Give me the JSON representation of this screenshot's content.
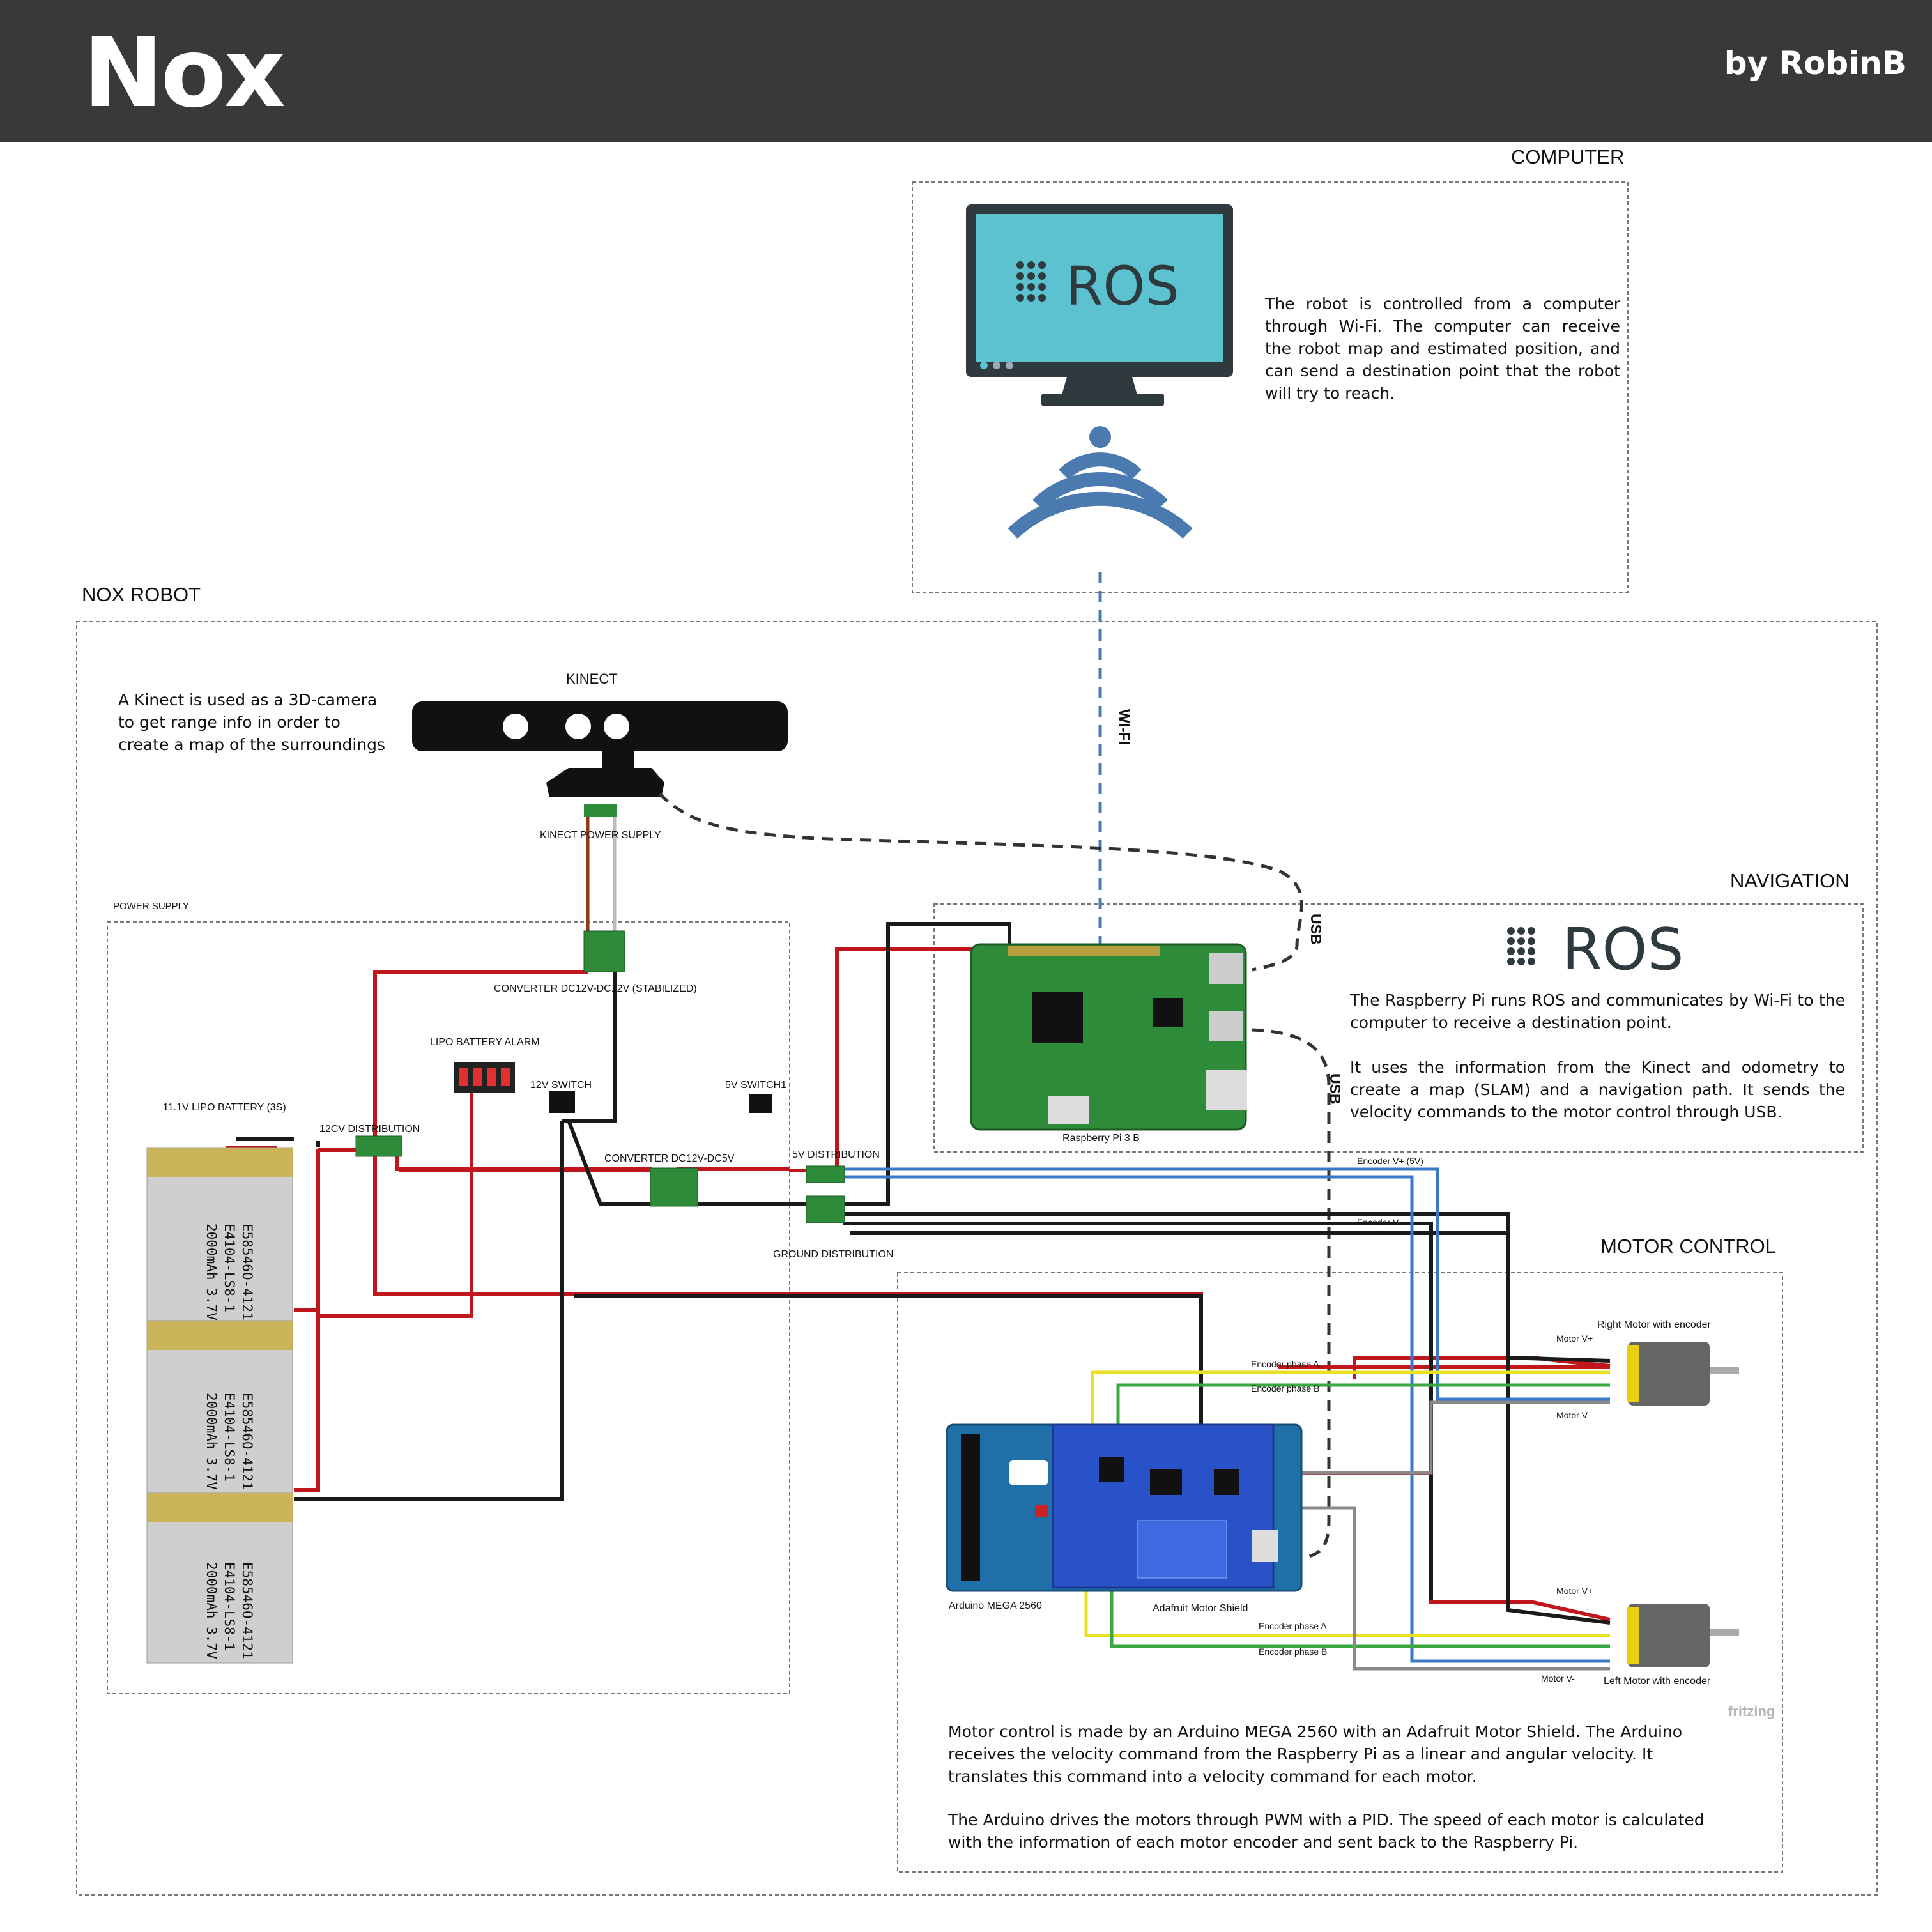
{
  "header": {
    "title": "Nox",
    "author": "by RobinB"
  },
  "sections": {
    "computer": "COMPUTER",
    "robot": "NOX ROBOT",
    "navigation": "NAVIGATION",
    "motor_control": "MOTOR CONTROL",
    "power_supply": "POWER SUPPLY",
    "kinect": "KINECT"
  },
  "ros_logo": "ROS",
  "descriptions": {
    "computer": "The robot is controlled from a computer through Wi-Fi. The computer can receive the robot map and estimated position, and can send a destination point that the robot will try to reach.",
    "kinect": "A Kinect is used as a 3D-camera to get range info in order to create a map of the surroundings",
    "navigation_1": "The Raspberry Pi runs ROS and communicates by Wi-Fi to the computer to receive a destination point.",
    "navigation_2": "It uses the information from the Kinect and odometry to create a map (SLAM) and a navigation path. It sends the velocity commands to the motor control through USB.",
    "motor_1": "Motor control is made by an Arduino MEGA 2560 with an Adafruit Motor Shield. The Arduino receives the velocity command from the Raspberry Pi as a linear and angular velocity. It translates this command into a velocity command for each motor.",
    "motor_2": "The Arduino drives the motors through PWM with a PID. The speed of each motor is calculated with the information of each motor encoder and sent back to the Raspberry Pi."
  },
  "links": {
    "wifi": "WI-FI",
    "usb_kinect": "USB",
    "usb_arduino": "USB"
  },
  "components": {
    "kinect_power": "KINECT POWER SUPPLY",
    "converter_12v": "CONVERTER DC12V-DC12V (STABILIZED)",
    "lipo_alarm": "LIPO BATTERY ALARM",
    "switch_12v": "12V SWITCH",
    "switch_5v": "5V SWITCH1",
    "battery": "11.1V LIPO BATTERY (3S)",
    "dist_12v": "12CV DISTRIBUTION",
    "converter_5v": "CONVERTER DC12V-DC5V",
    "dist_5v": "5V DISTRIBUTION",
    "ground_dist": "GROUND DISTRIBUTION",
    "raspberry": "Raspberry Pi 3 B",
    "arduino": "Arduino MEGA 2560",
    "shield": "Adafruit Motor Shield",
    "right_motor": "Right Motor with encoder",
    "left_motor": "Left Motor with encoder",
    "cell_label": [
      "E58546O-4121",
      "E4104-LS8-1",
      "2000mAh 3.7V"
    ],
    "fritzing": "fritzing"
  },
  "wires": {
    "encoder_vplus": "Encoder V+ (5V)",
    "encoder_vminus": "Encoder V-",
    "enc_a": "Encoder phase A",
    "enc_b": "Encoder phase B",
    "motor_vplus": "Motor V+",
    "motor_vminus": "Motor V-"
  },
  "colors": {
    "header_bg": "#3b3838",
    "wifi_blue": "#4a7ab0",
    "wire_red": "#c0161c",
    "wire_black": "#1a1a1a",
    "wire_blue": "#3a78c8",
    "wire_yellow": "#e8e020",
    "wire_green": "#3aa840",
    "wire_gray": "#8a8a8a",
    "pcb_green": "#2e8b3a",
    "arduino_blue": "#1f6fa8",
    "battery_gray": "#cfcfcf",
    "battery_gold": "#c9b45a"
  }
}
